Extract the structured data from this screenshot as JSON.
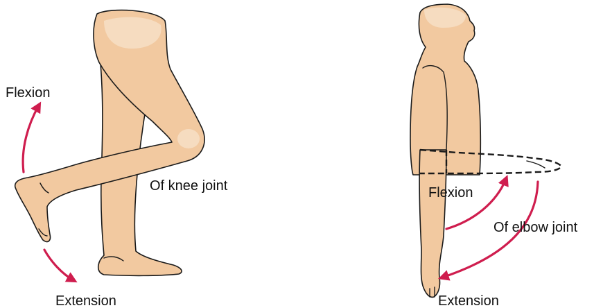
{
  "knee": {
    "flexion_label": "Flexion",
    "joint_label": "Of knee joint",
    "extension_label": "Extension"
  },
  "elbow": {
    "flexion_label": "Flexion",
    "joint_label": "Of elbow joint",
    "extension_label": "Extension"
  },
  "colors": {
    "skin": "#f2c9a0",
    "arrow": "#cf1d4e",
    "outline": "#1a1a1a"
  }
}
